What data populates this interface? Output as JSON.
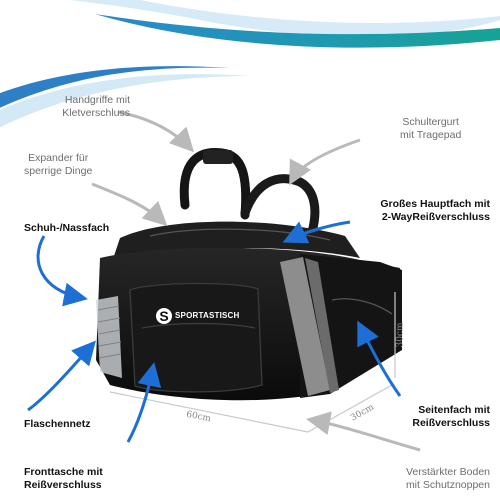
{
  "brand": {
    "logo_letter": "S",
    "logo_text": "SPORTASTISCH"
  },
  "labels": {
    "handles": [
      "Handgriffe mit",
      "Kletverschluss"
    ],
    "shoulder": [
      "Schultergurt",
      "mit Tragepad"
    ],
    "expander": [
      "Expander für",
      "sperrige Dinge"
    ],
    "shoe": [
      "Schuh-/Nassfach"
    ],
    "main": [
      "Großes Hauptfach mit",
      "2-WayReißverschluss"
    ],
    "bottle": [
      "Flaschennetz"
    ],
    "side": [
      "Seitenfach mit",
      "Reißverschluss"
    ],
    "front": [
      "Fronttasche mit",
      "Reißverschluss"
    ],
    "bottom": [
      "Verstärkter  Boden",
      "mit Schutznoppen"
    ]
  },
  "dimensions": {
    "width": "60cm",
    "depth": "30cm",
    "height": "30cm"
  },
  "colors": {
    "wave_teal": "#1aa59a",
    "wave_blue": "#2f7fc6",
    "wave_light": "#cfe6f5",
    "arrow_blue": "#1d6fd6",
    "arrow_gray": "#b9b9b9",
    "bag_black": "#111111",
    "reflect_gray": "#8d8d8d"
  }
}
